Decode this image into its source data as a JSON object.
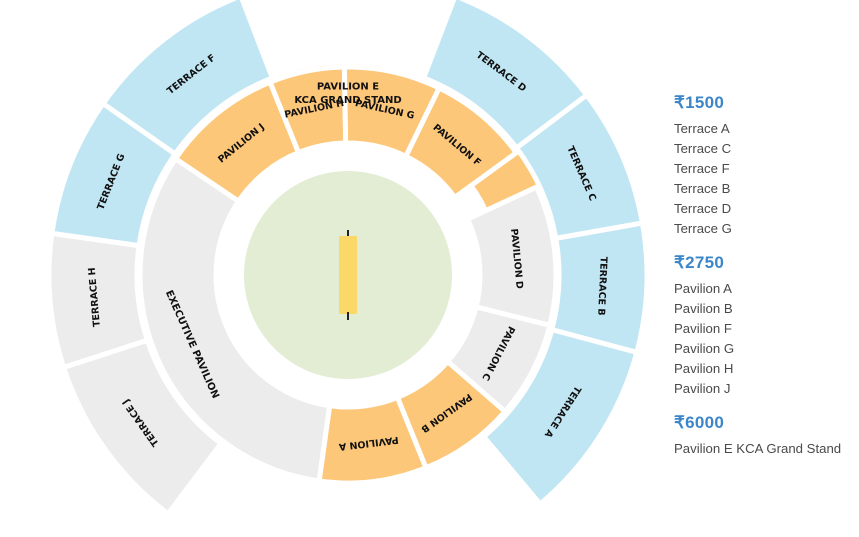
{
  "colors": {
    "terrace": "#c1e6f3",
    "pavilion": "#fdc77a",
    "neutral": "#ececec",
    "field": "#e2edd4",
    "pitch": "#fbd968",
    "price_text": "#3a86c8",
    "item_text": "#4a4a4a"
  },
  "sections": [
    {
      "id": "pavilion-e",
      "lines": [
        "PAVILION E",
        "KCA GRAND STAND"
      ],
      "tier": "premium"
    },
    {
      "id": "pavilion-d",
      "lines": [
        "PAVILION D"
      ],
      "tier": "none"
    },
    {
      "id": "pavilion-c",
      "lines": [
        "PAVILION C"
      ],
      "tier": "none"
    },
    {
      "id": "pavilion-b",
      "lines": [
        "PAVILION B"
      ],
      "tier": "pavilion"
    },
    {
      "id": "pavilion-a",
      "lines": [
        "PAVILION A"
      ],
      "tier": "pavilion"
    },
    {
      "id": "executive-pavilion",
      "lines": [
        "EXECUTIVE PAVILION"
      ],
      "tier": "none"
    },
    {
      "id": "pavilion-j",
      "lines": [
        "PAVILION J"
      ],
      "tier": "pavilion"
    },
    {
      "id": "pavilion-h",
      "lines": [
        "PAVILION H"
      ],
      "tier": "pavilion"
    },
    {
      "id": "pavilion-g",
      "lines": [
        "PAVILION G"
      ],
      "tier": "pavilion"
    },
    {
      "id": "pavilion-f",
      "lines": [
        "PAVILION F"
      ],
      "tier": "pavilion"
    },
    {
      "id": "terrace-d",
      "lines": [
        "TERRACE D"
      ],
      "tier": "terrace"
    },
    {
      "id": "terrace-c",
      "lines": [
        "TERRACE C"
      ],
      "tier": "terrace"
    },
    {
      "id": "terrace-b",
      "lines": [
        "TERRACE B"
      ],
      "tier": "terrace"
    },
    {
      "id": "terrace-a",
      "lines": [
        "TERRACE A"
      ],
      "tier": "terrace"
    },
    {
      "id": "terrace-j",
      "lines": [
        "TERRACE J"
      ],
      "tier": "none"
    },
    {
      "id": "terrace-h",
      "lines": [
        "TERRACE H"
      ],
      "tier": "none"
    },
    {
      "id": "terrace-g",
      "lines": [
        "TERRACE G"
      ],
      "tier": "terrace"
    },
    {
      "id": "terrace-f",
      "lines": [
        "TERRACE F"
      ],
      "tier": "terrace"
    }
  ],
  "legend": [
    {
      "price": "₹1500",
      "items": [
        "Terrace A",
        "Terrace C",
        "Terrace F",
        "Terrace B",
        "Terrace D",
        "Terrace G"
      ]
    },
    {
      "price": "₹2750",
      "items": [
        "Pavilion A",
        "Pavilion B",
        "Pavilion F",
        "Pavilion G",
        "Pavilion H",
        "Pavilion J"
      ]
    },
    {
      "price": "₹6000",
      "items": [
        "Pavilion E KCA Grand Stand"
      ]
    }
  ]
}
